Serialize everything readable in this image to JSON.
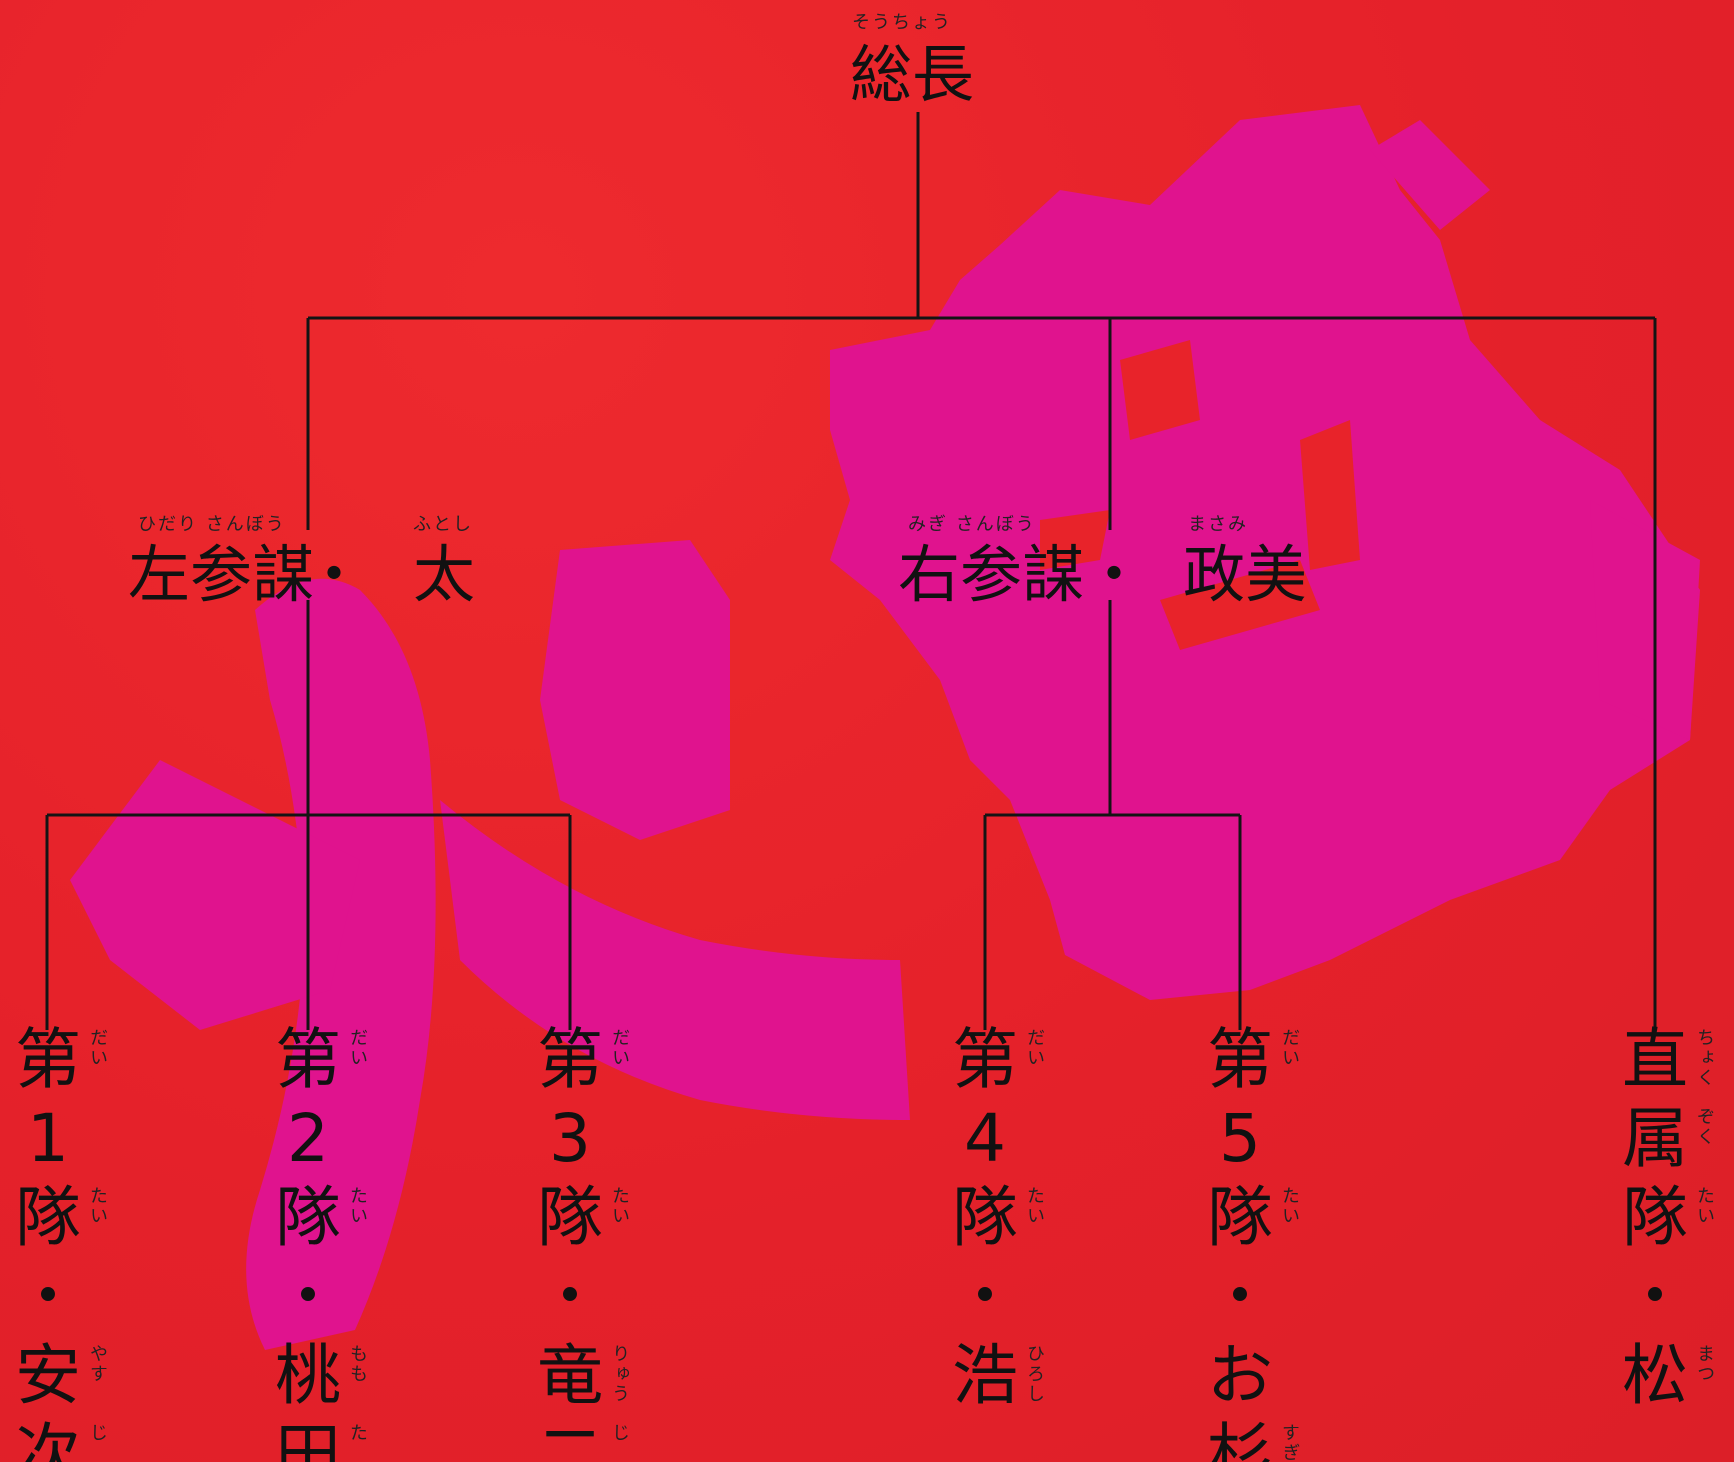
{
  "colors": {
    "background": "#e8232a",
    "brush": "#e0138e",
    "line": "#141414",
    "text": "#111111"
  },
  "root": {
    "label": "総長",
    "ruby": "そうちょう"
  },
  "advisors": [
    {
      "title": "左参謀",
      "sep": "・",
      "name": "太",
      "ruby_title": "ひだり さんぼう",
      "ruby_name": "ふとし"
    },
    {
      "title": "右参謀",
      "sep": "・",
      "name": "政美",
      "ruby_title": "みぎ さんぼう",
      "ruby_name": "まさみ"
    }
  ],
  "units": [
    {
      "chars": [
        "第",
        "1",
        "隊",
        "・",
        "安",
        "次"
      ],
      "ruby": [
        "だい",
        "",
        "たい",
        "",
        "やす",
        "じ"
      ]
    },
    {
      "chars": [
        "第",
        "2",
        "隊",
        "・",
        "桃",
        "田"
      ],
      "ruby": [
        "だい",
        "",
        "たい",
        "",
        "もも",
        "た"
      ]
    },
    {
      "chars": [
        "第",
        "3",
        "隊",
        "・",
        "竜",
        "二"
      ],
      "ruby": [
        "だい",
        "",
        "たい",
        "",
        "りゅう",
        "じ"
      ]
    },
    {
      "chars": [
        "第",
        "4",
        "隊",
        "・",
        "浩"
      ],
      "ruby": [
        "だい",
        "",
        "たい",
        "",
        "ひろし"
      ]
    },
    {
      "chars": [
        "第",
        "5",
        "隊",
        "・",
        "お",
        "杉"
      ],
      "ruby": [
        "だい",
        "",
        "たい",
        "",
        "",
        "すぎ"
      ]
    },
    {
      "chars": [
        "直",
        "属",
        "隊",
        "・",
        "松"
      ],
      "ruby": [
        "ちょく",
        "ぞく",
        "たい",
        "",
        "まつ"
      ]
    }
  ]
}
